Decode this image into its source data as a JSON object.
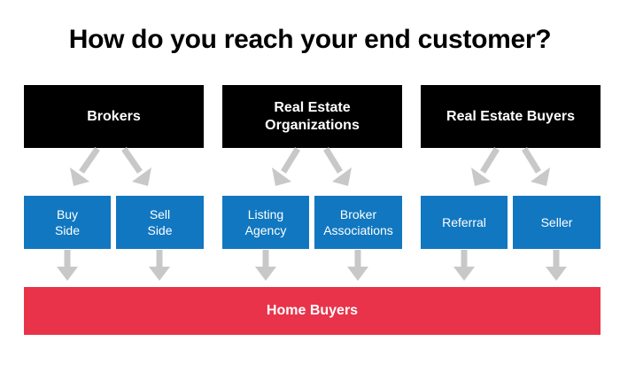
{
  "title": "How do you reach your end customer?",
  "groups": [
    {
      "label": "Brokers",
      "children": [
        "Buy\nSide",
        "Sell\nSide"
      ]
    },
    {
      "label": "Real Estate\nOrganizations",
      "children": [
        "Listing\nAgency",
        "Broker\nAssociations"
      ]
    },
    {
      "label": "Real Estate Buyers",
      "children": [
        "Referral",
        "Seller"
      ]
    }
  ],
  "target": "Home Buyers",
  "colors": {
    "top_box": "#000000",
    "mid_box": "#1177c0",
    "target_box": "#e8334a",
    "arrow": "#c8c8c8"
  }
}
